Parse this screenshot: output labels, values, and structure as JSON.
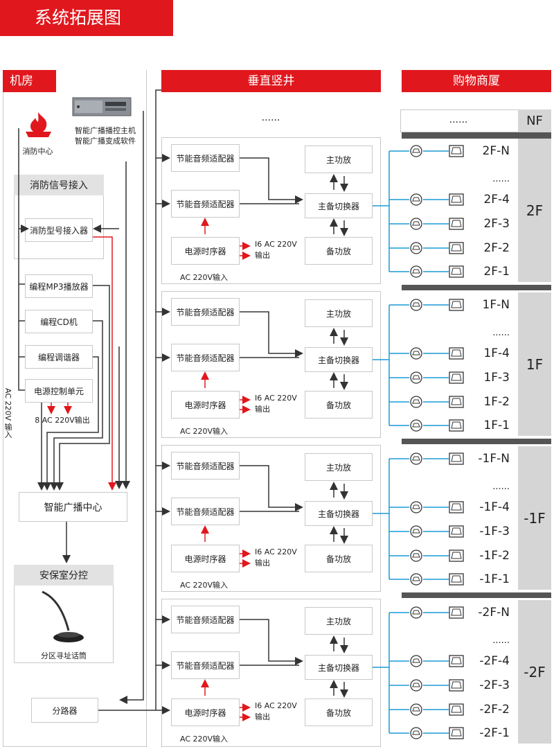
{
  "title": "系统拓展图",
  "columns": {
    "machine_room": "机房",
    "shaft": "垂直竖井",
    "mall": "购物商厦"
  },
  "machine_room": {
    "fire_center": "消防中心",
    "host_line1": "智能广播播控主机",
    "host_line2": "智能广播变成软件",
    "fire_signal_header": "消防信号接入",
    "fire_signal_interface": "消防型号接入器",
    "mp3_player": "编程MP3播放器",
    "cd_player": "编程CD机",
    "tuner": "编程调谐器",
    "power_control": "电源控制单元",
    "power_output": "8 AC 220V输出",
    "ac_input_vertical": "AC 220V 输入",
    "broadcast_center": "智能广播中心",
    "security_header": "安保室分控",
    "mic_label": "分区寻址话筒",
    "splitter": "分路器"
  },
  "shaft": {
    "ellipsis": "......",
    "blocks": [
      {
        "adapter1": "节能音频适配器",
        "adapter2": "节能音频适配器",
        "sequencer": "电源时序器",
        "output_line1": "I6 AC 220V",
        "output_line2": "输出",
        "ac_input": "AC 220V输入",
        "main_amp": "主功放",
        "switcher": "主备切换器",
        "backup_amp": "备功放"
      },
      {
        "adapter1": "节能音频适配器",
        "adapter2": "节能音频适配器",
        "sequencer": "电源时序器",
        "output_line1": "I6 AC 220V",
        "output_line2": "输出",
        "ac_input": "AC 220V输入",
        "main_amp": "主功放",
        "switcher": "主备切换器",
        "backup_amp": "备功放"
      },
      {
        "adapter1": "节能音频适配器",
        "adapter2": "节能音频适配器",
        "sequencer": "电源时序器",
        "output_line1": "I6 AC 220V",
        "output_line2": "输出",
        "ac_input": "AC 220V输入",
        "main_amp": "主功放",
        "switcher": "主备切换器",
        "backup_amp": "备功放"
      },
      {
        "adapter1": "节能音频适配器",
        "adapter2": "节能音频适配器",
        "sequencer": "电源时序器",
        "output_line1": "I6 AC 220V",
        "output_line2": "输出",
        "ac_input": "AC 220V输入",
        "main_amp": "主功放",
        "switcher": "主备切换器",
        "backup_amp": "备功放"
      }
    ]
  },
  "mall": {
    "top_ellipsis": "......",
    "top_floor": "NF",
    "floors": [
      {
        "label": "2F",
        "zones": [
          "2F-N",
          "......",
          "2F-4",
          "2F-3",
          "2F-2",
          "2F-1"
        ]
      },
      {
        "label": "1F",
        "zones": [
          "1F-N",
          "......",
          "1F-4",
          "1F-3",
          "1F-2",
          "1F-1"
        ]
      },
      {
        "label": "-1F",
        "zones": [
          "-1F-N",
          "......",
          "-1F-4",
          "-1F-3",
          "-1F-2",
          "-1F-1"
        ]
      },
      {
        "label": "-2F",
        "zones": [
          "-2F-N",
          "......",
          "-2F-4",
          "-2F-3",
          "-2F-2",
          "-2F-1"
        ]
      }
    ]
  },
  "colors": {
    "accent_red": "#e0181e",
    "speaker_line_blue": "#1a9ad6",
    "line_dark": "#333333",
    "panel_border": "#c8c8c8"
  }
}
